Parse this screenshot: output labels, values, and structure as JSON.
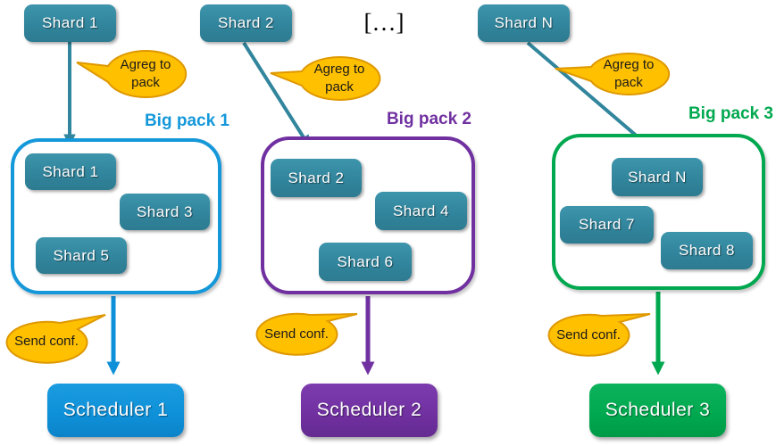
{
  "top_row": {
    "shards": [
      {
        "label": "Shard 1"
      },
      {
        "label": "Shard 2"
      },
      {
        "label": "Shard N"
      }
    ],
    "ellipsis": "[…]"
  },
  "callouts": {
    "agreg": "Agreg to pack",
    "send": "Send conf."
  },
  "packs": [
    {
      "title": "Big pack 1",
      "accent": "#1598da",
      "shards": [
        {
          "label": "Shard 1"
        },
        {
          "label": "Shard 3"
        },
        {
          "label": "Shard 5"
        }
      ],
      "scheduler": {
        "label": "Scheduler 1",
        "fill": "#0e90d8"
      }
    },
    {
      "title": "Big pack 2",
      "accent": "#7030a0",
      "shards": [
        {
          "label": "Shard 2"
        },
        {
          "label": "Shard 4"
        },
        {
          "label": "Shard 6"
        }
      ],
      "scheduler": {
        "label": "Scheduler 2",
        "fill": "#7030a0"
      }
    },
    {
      "title": "Big pack 3",
      "accent": "#00a84f",
      "shards": [
        {
          "label": "Shard N"
        },
        {
          "label": "Shard 7"
        },
        {
          "label": "Shard 8"
        }
      ],
      "scheduler": {
        "label": "Scheduler 3",
        "fill": "#00a84f"
      }
    }
  ],
  "colors": {
    "shard_fill": "#31859c",
    "arrow_teal": "#31859c",
    "callout_fill": "#ffc000",
    "callout_border": "#de9800"
  }
}
